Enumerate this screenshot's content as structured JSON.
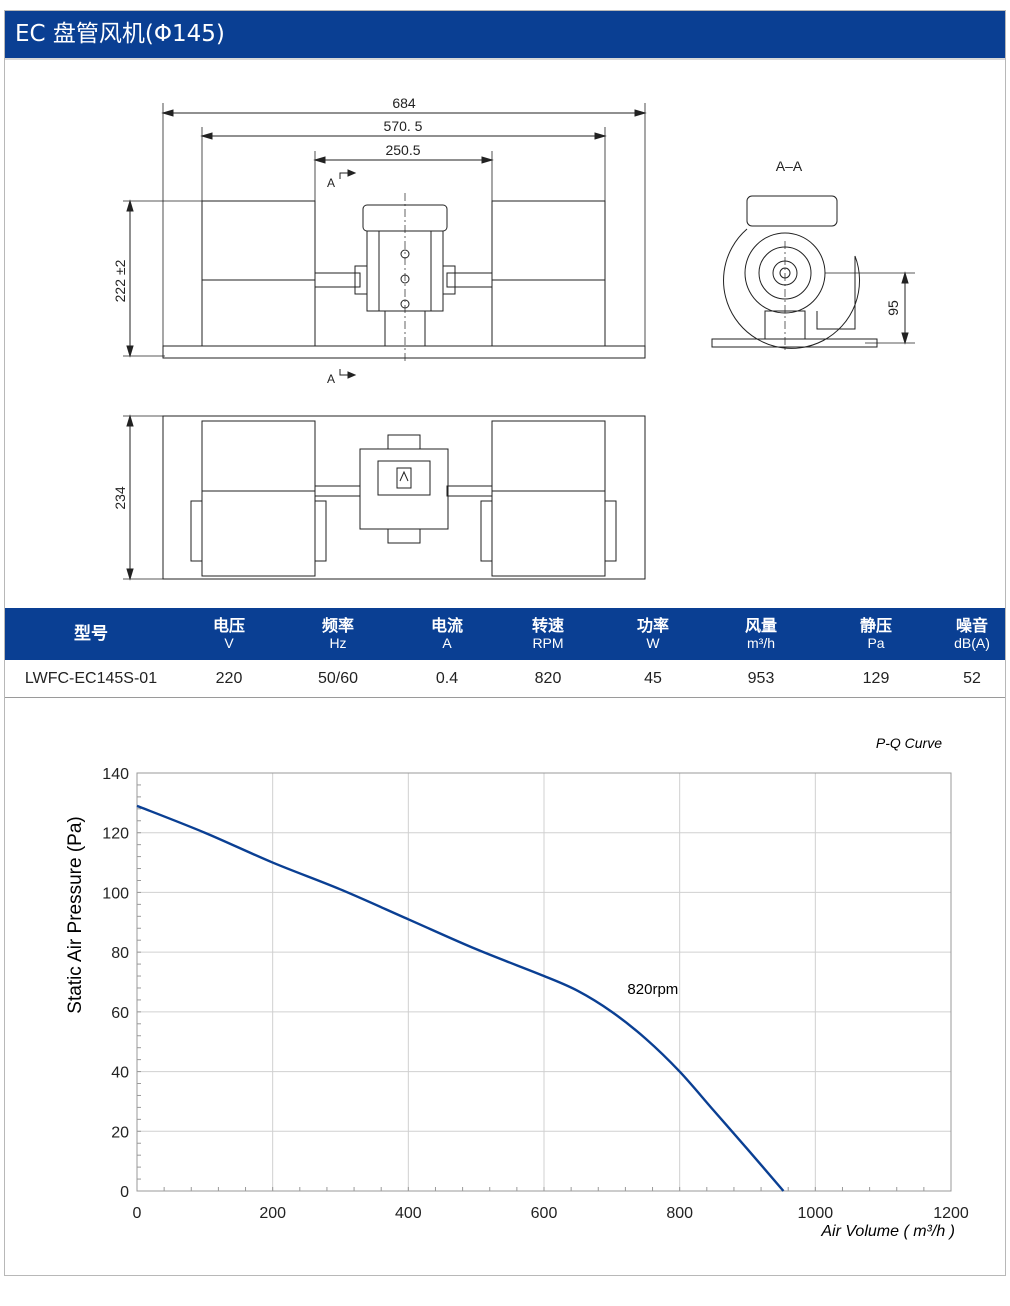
{
  "header": {
    "title": "EC 盘管风机(Φ145)"
  },
  "drawing": {
    "dim_overall": "684",
    "dim_wheels": "570. 5",
    "dim_motor": "250.5",
    "dim_height": "222 ±2",
    "dim_depth": "234",
    "dim_shaft": "95",
    "section_label": "A–A",
    "cut_mark": "A"
  },
  "specs": {
    "columns": [
      {
        "zh": "型号",
        "en": ""
      },
      {
        "zh": "电压",
        "en": "V"
      },
      {
        "zh": "频率",
        "en": "Hz"
      },
      {
        "zh": "电流",
        "en": "A"
      },
      {
        "zh": "转速",
        "en": "RPM"
      },
      {
        "zh": "功率",
        "en": "W"
      },
      {
        "zh": "风量",
        "en": "m³/h"
      },
      {
        "zh": "静压",
        "en": "Pa"
      },
      {
        "zh": "噪音",
        "en": "dB(A)"
      }
    ],
    "row": [
      "LWFC-EC145S-01",
      "220",
      "50/60",
      "0.4",
      "820",
      "45",
      "953",
      "129",
      "52"
    ]
  },
  "chart_data": {
    "type": "line",
    "title": "P-Q Curve",
    "xlabel": "Air Volume ( m³/h )",
    "ylabel": "Static Air Pressure  (Pa)",
    "xlim": [
      0,
      1200
    ],
    "ylim": [
      0,
      140
    ],
    "xticks": [
      0,
      200,
      400,
      600,
      800,
      1000,
      1200
    ],
    "yticks": [
      0,
      20,
      40,
      60,
      80,
      100,
      120,
      140
    ],
    "grid": true,
    "line_color": "#0a3f93",
    "series": [
      {
        "name": "820rpm",
        "x": [
          0,
          100,
          200,
          300,
          400,
          500,
          600,
          650,
          700,
          750,
          800,
          850,
          900,
          953
        ],
        "y": [
          129,
          120,
          110,
          101,
          91,
          81,
          72,
          67,
          60,
          51,
          40,
          27,
          14,
          0
        ]
      }
    ]
  }
}
